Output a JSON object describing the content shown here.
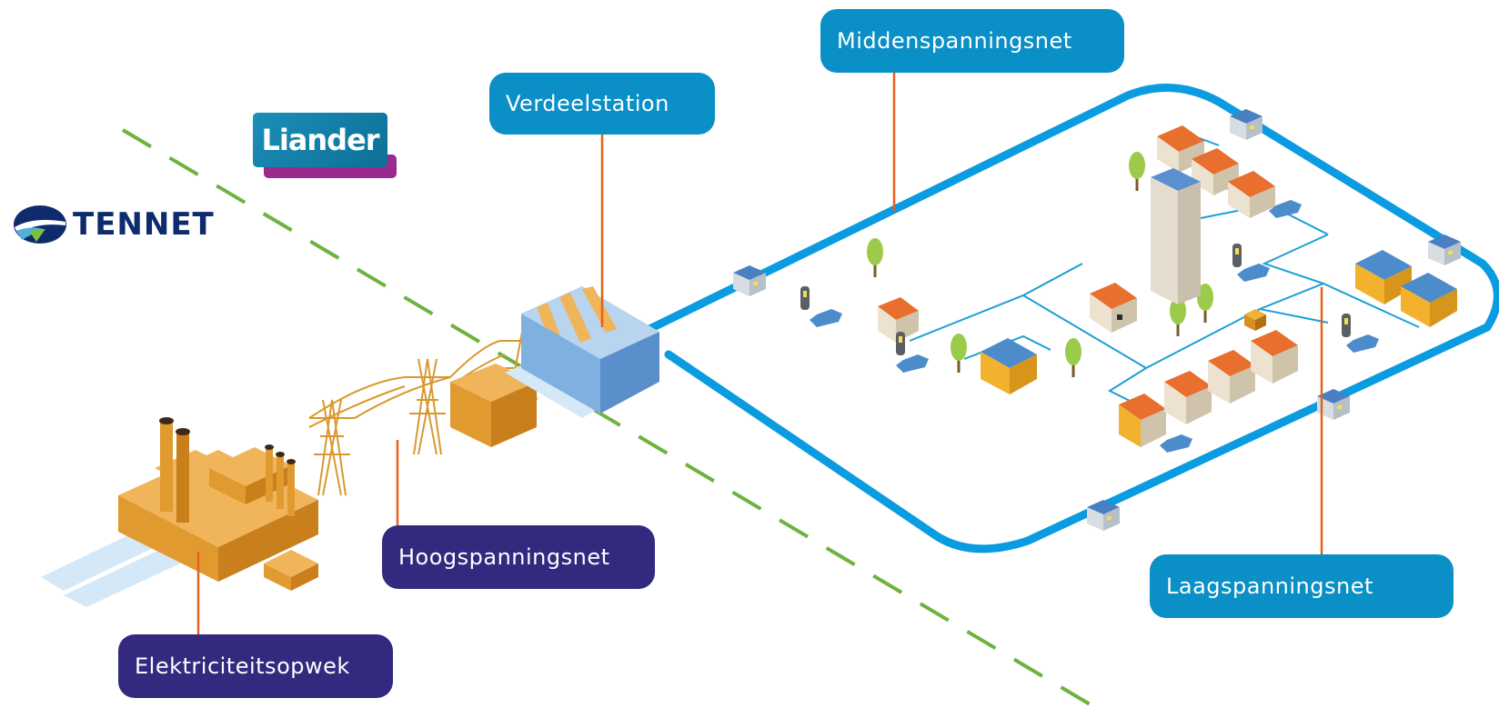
{
  "labels": {
    "middenspanningsnet": "Middenspanningsnet",
    "verdeelstation": "Verdeelstation",
    "hoogspanningsnet": "Hoogspanningsnet",
    "elektriciteitsopwek": "Elektriciteitsopwek",
    "laagspanningsnet": "Laagspanningsnet"
  },
  "logos": {
    "liander": "Liander",
    "tennet": "TENNET"
  },
  "colors": {
    "label_blue": "#0a8fc6",
    "label_purple": "#33297f",
    "connector_orange": "#e2621b",
    "ring_blue": "#0a9be0",
    "boundary_green": "#6db33f",
    "industry_orange": "#e8a13a"
  }
}
